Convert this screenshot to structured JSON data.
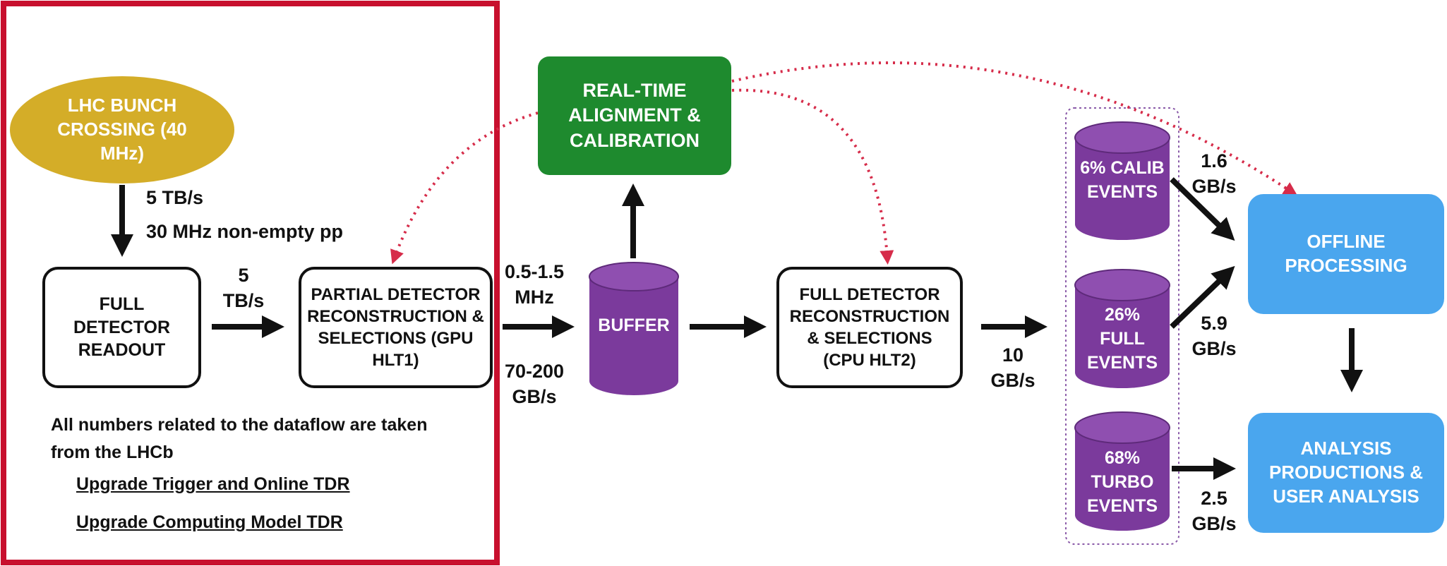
{
  "colors": {
    "highlight_frame": "#c8102e",
    "dashed_arrows": "#d62c4a",
    "cylinders": "#7b3a9c",
    "green_box": "#1e8a2e",
    "blue_boxes": "#4aa6ee",
    "ellipse": "#d4ad28"
  },
  "nodes": {
    "lhc": "LHC BUNCH CROSSING (40 MHz)",
    "readout": "FULL DETECTOR READOUT",
    "hlt1": "PARTIAL DETECTOR RECONSTRUCTION & SELECTIONS (GPU HLT1)",
    "alignment": "REAL-TIME ALIGNMENT & CALIBRATION",
    "buffer": "BUFFER",
    "hlt2": "FULL DETECTOR RECONSTRUCTION & SELECTIONS (CPU HLT2)",
    "calib": "6% CALIB EVENTS",
    "full": "26% FULL EVENTS",
    "turbo": "68% TURBO EVENTS",
    "offline": "OFFLINE PROCESSING",
    "analysis": "ANALYSIS PRODUCTIONS & USER ANALYSIS"
  },
  "labels": {
    "rate_lhc": "5 TB/s",
    "rate_lhc_sub": "30 MHz non-empty pp",
    "rate_readout": "5 TB/s",
    "rate_hlt1_mhz": "0.5-1.5 MHz",
    "rate_hlt1_gb": "70-200 GB/s",
    "rate_hlt2": "10 GB/s",
    "rate_calib": "1.6 GB/s",
    "rate_full": "5.9 GB/s",
    "rate_turbo": "2.5 GB/s"
  },
  "notes": {
    "text": "All numbers related to the dataflow are taken from the LHCb",
    "link1": "Upgrade Trigger and Online TDR",
    "link2": "Upgrade Computing Model TDR"
  }
}
